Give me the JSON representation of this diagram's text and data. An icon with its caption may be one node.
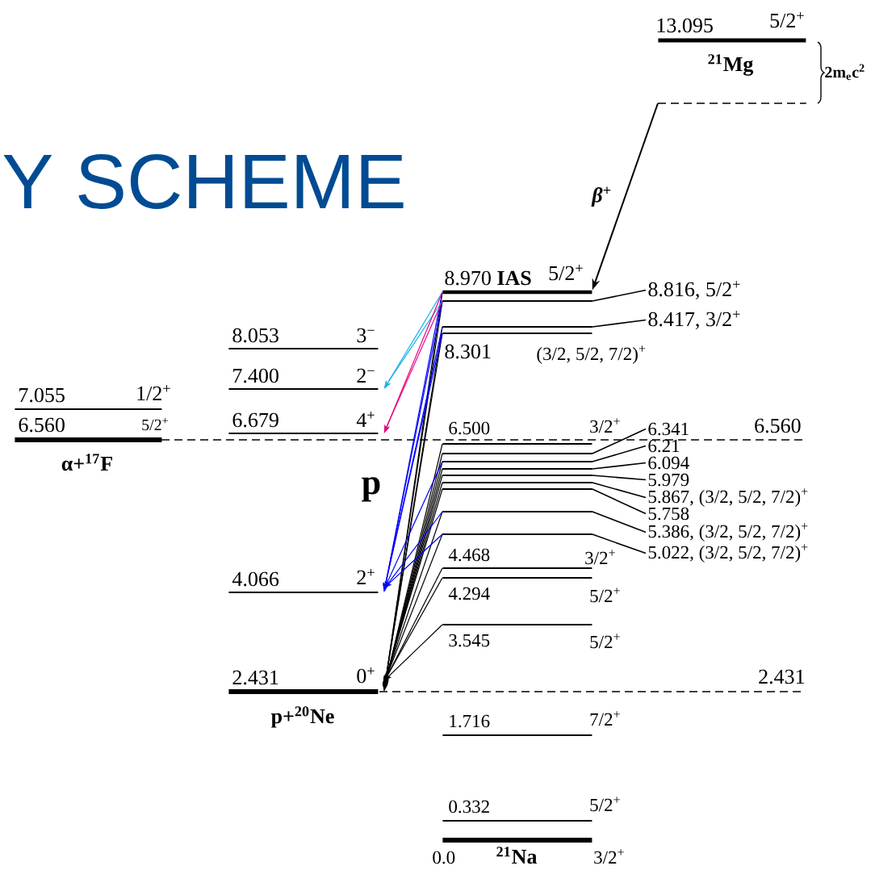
{
  "diagram": {
    "title": "Y SCHEME",
    "nodes": [
      {
        "text": [
          "7.055",
          "1/2$^{+}$"
        ]
      },
      {
        "text": [
          "6.560",
          "5/2$^{+}$",
          "α+$^{17}$F"
        ]
      },
      {
        "text": [
          "8.053",
          "3$^{−}$"
        ]
      },
      {
        "text": [
          "7.400",
          "2$^{−}$"
        ]
      },
      {
        "text": [
          "6.679",
          "4$^{+}$"
        ]
      },
      {
        "text": [
          "4.066",
          "2$^{+}$"
        ]
      },
      {
        "text": [
          "2.431",
          "0$^{+}$",
          "p+$^{20}$Ne"
        ]
      },
      {
        "text": [
          "8.970 **IAS**",
          "5/2$^{+}$"
        ]
      },
      {
        "text": [],
        "shape": "bar"
      },
      {
        "text": [],
        "shape": "bar"
      },
      {
        "text": [
          "8.301",
          "(3/2, 5/2, 7/2)$^{+}$"
        ]
      },
      {
        "text": [
          "6.500",
          "3/2$^{+}$"
        ]
      },
      {
        "text": [],
        "shape": "bar"
      },
      {
        "text": [],
        "shape": "bar"
      },
      {
        "text": [],
        "shape": "bar"
      },
      {
        "text": [],
        "shape": "bar"
      },
      {
        "text": [],
        "shape": "bar"
      },
      {
        "text": [],
        "shape": "bar"
      },
      {
        "text": [],
        "shape": "bar"
      },
      {
        "text": [],
        "shape": "bar"
      },
      {
        "text": [
          "4.468",
          "3/2$^{+}$"
        ]
      },
      {
        "text": [
          "4.294",
          "5/2$^{+}$"
        ]
      },
      {
        "text": [
          "3.545",
          "5/2$^{+}$"
        ]
      },
      {
        "text": [
          "1.716",
          "7/2$^{+}$"
        ]
      },
      {
        "text": [
          "0.332",
          "5/2$^{+}$"
        ]
      },
      {
        "text": [
          "0.0",
          "$^{21}$Na",
          "3/2$^{+}$"
        ]
      },
      {
        "text": [
          "13.095",
          "5/2$^{+}$",
          "$^{21}$Mg"
        ]
      },
      {
        "text": [],
        "shape": "bar"
      },
      {
        "text": [
          "8.816, 5/2$^{+}$"
        ]
      },
      {
        "text": [
          "8.417, 3/2$^{+}$"
        ]
      },
      {
        "text": [
          "6.341"
        ]
      },
      {
        "text": [
          "6.21"
        ]
      },
      {
        "text": [
          "6.094"
        ]
      },
      {
        "text": [
          "5.979"
        ]
      },
      {
        "text": [
          "5.867, (3/2, 5/2, 7/2)$^{+}$"
        ]
      },
      {
        "text": [
          "5.758"
        ]
      },
      {
        "text": [
          "5.386, (3/2, 5/2, 7/2)$^{+}$"
        ]
      },
      {
        "text": [
          "5.022, (3/2, 5/2, 7/2)$^{+}$"
        ]
      }
    ],
    "edges": [
      {
        "from": 27,
        "to": 7,
        "arrow": "to",
        "label": "β$^{+}$"
      },
      {
        "from": 7,
        "to": 6,
        "arrow": "to"
      },
      {
        "from": 8,
        "to": 6,
        "arrow": "to"
      },
      {
        "from": 9,
        "to": 6,
        "arrow": "to"
      },
      {
        "from": 10,
        "to": 6,
        "arrow": "to"
      },
      {
        "from": 11,
        "to": 6,
        "arrow": "to"
      },
      {
        "from": 12,
        "to": 6,
        "arrow": "to"
      },
      {
        "from": 13,
        "to": 6,
        "arrow": "to"
      },
      {
        "from": 14,
        "to": 6,
        "arrow": "to"
      },
      {
        "from": 15,
        "to": 6,
        "arrow": "to"
      },
      {
        "from": 16,
        "to": 6,
        "arrow": "to"
      },
      {
        "from": 17,
        "to": 6,
        "arrow": "to"
      },
      {
        "from": 18,
        "to": 6,
        "arrow": "to"
      },
      {
        "from": 19,
        "to": 6,
        "arrow": "to"
      },
      {
        "from": 20,
        "to": 6,
        "arrow": "to"
      },
      {
        "from": 21,
        "to": 6,
        "arrow": "to"
      },
      {
        "from": 22,
        "to": 6,
        "arrow": "to"
      },
      {
        "from": 7,
        "to": 5,
        "arrow": "to",
        "color": "#0000ff"
      },
      {
        "from": 8,
        "to": 5,
        "arrow": "to",
        "color": "#0000ff"
      },
      {
        "from": 9,
        "to": 5,
        "arrow": "to",
        "color": "#0000ff"
      },
      {
        "from": 10,
        "to": 5,
        "arrow": "to",
        "color": "#0000ff"
      },
      {
        "from": 13,
        "to": 5,
        "arrow": "to",
        "color": "#0000ff"
      },
      {
        "from": 18,
        "to": 5,
        "arrow": "to",
        "color": "#0000ff"
      },
      {
        "from": 19,
        "to": 5,
        "arrow": "to",
        "color": "#0000ff"
      },
      {
        "from": 7,
        "to": 3,
        "arrow": "to",
        "color": "#1ab4e6"
      },
      {
        "from": 8,
        "to": 3,
        "arrow": "to",
        "color": "#1ab4e6"
      },
      {
        "from": 7,
        "to": 4,
        "arrow": "to",
        "color": "#e6007e"
      },
      {
        "from": 8,
        "to": 4,
        "arrow": "to",
        "color": "#e6007e"
      },
      {
        "from": 28,
        "to": 8,
        "arrow": "none"
      },
      {
        "from": 29,
        "to": 9,
        "arrow": "none"
      },
      {
        "from": 30,
        "to": 12,
        "arrow": "none"
      },
      {
        "from": 31,
        "to": 13,
        "arrow": "none"
      },
      {
        "from": 32,
        "to": 14,
        "arrow": "none"
      },
      {
        "from": 33,
        "to": 15,
        "arrow": "none"
      },
      {
        "from": 34,
        "to": 16,
        "arrow": "none"
      },
      {
        "from": 35,
        "to": 17,
        "arrow": "none"
      },
      {
        "from": 36,
        "to": 18,
        "arrow": "none"
      },
      {
        "from": 37,
        "to": 19,
        "arrow": "none"
      }
    ],
    "labels": [
      "p",
      "6.560",
      "2.431",
      "2m$_{e}$c$^{2}$"
    ]
  }
}
